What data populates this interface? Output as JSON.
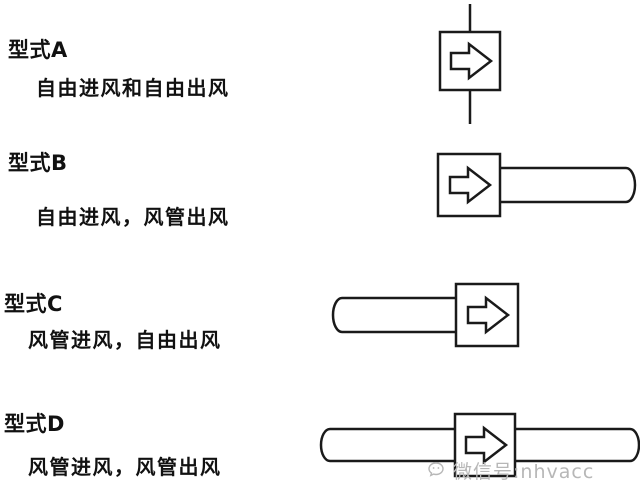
{
  "rows": [
    {
      "label": "型式A",
      "description": "自由进风和自由出风",
      "diagram": "free-inlet-free-outlet"
    },
    {
      "label": "型式B",
      "description": "自由进风，风管出风",
      "diagram": "free-inlet-duct-outlet"
    },
    {
      "label": "型式C",
      "description": "风管进风，自由出风",
      "diagram": "duct-inlet-free-outlet"
    },
    {
      "label": "型式D",
      "description": "风管进风，风管出风",
      "diagram": "duct-inlet-duct-outlet"
    }
  ],
  "diagram_style": {
    "line_color": "#1a1a1a",
    "fill_color": "#ffffff"
  },
  "watermark": {
    "text": "微信号:nhvacc"
  }
}
